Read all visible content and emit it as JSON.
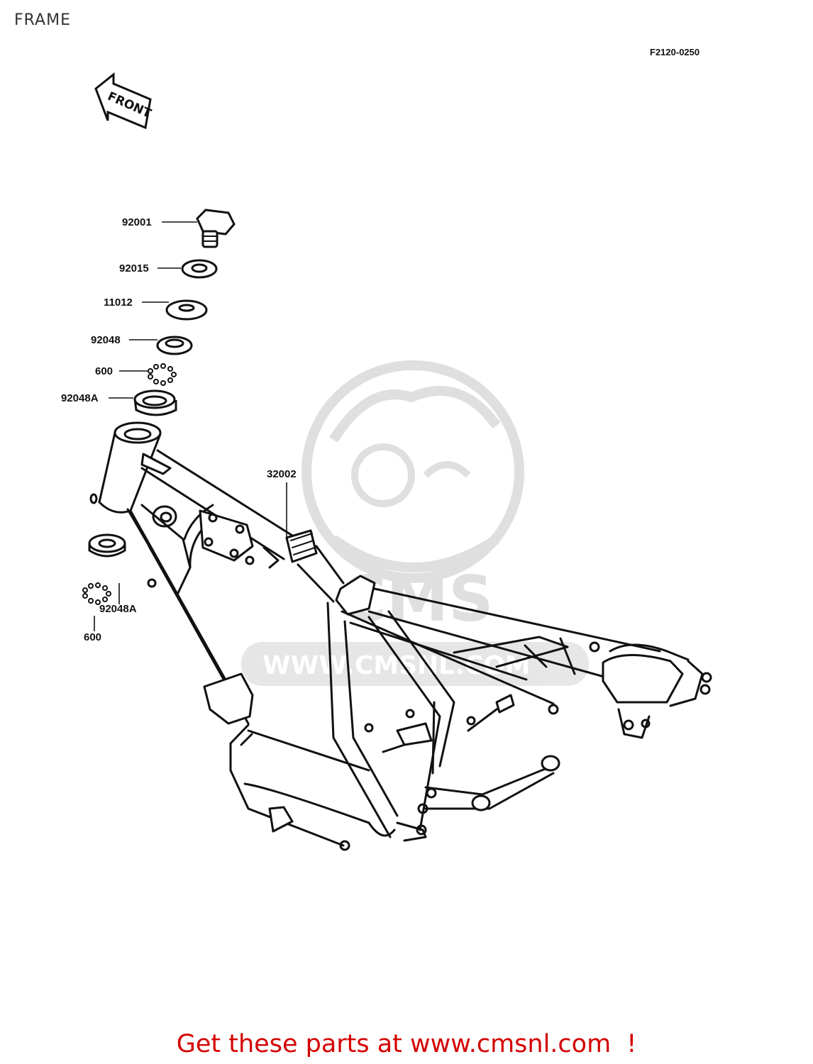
{
  "page": {
    "title": "FRAME",
    "diagram_code": "F2120-0250"
  },
  "front_arrow": {
    "label": "FRONT"
  },
  "callouts": {
    "c92001": "92001",
    "c92015": "92015",
    "c11012": "11012",
    "c92048": "92048",
    "c600_top": "600",
    "c92048A_top": "92048A",
    "c32002": "32002",
    "c92048A_bottom": "92048A",
    "c600_bottom": "600"
  },
  "watermark": {
    "brand": "CMS",
    "url": "WWW.CMSNL.COM",
    "color": "#d8d8d8"
  },
  "footer": {
    "cta_text": "Get these parts at www.cmsnl.com",
    "cta_suffix": "!",
    "cta_color": "#d40000"
  }
}
